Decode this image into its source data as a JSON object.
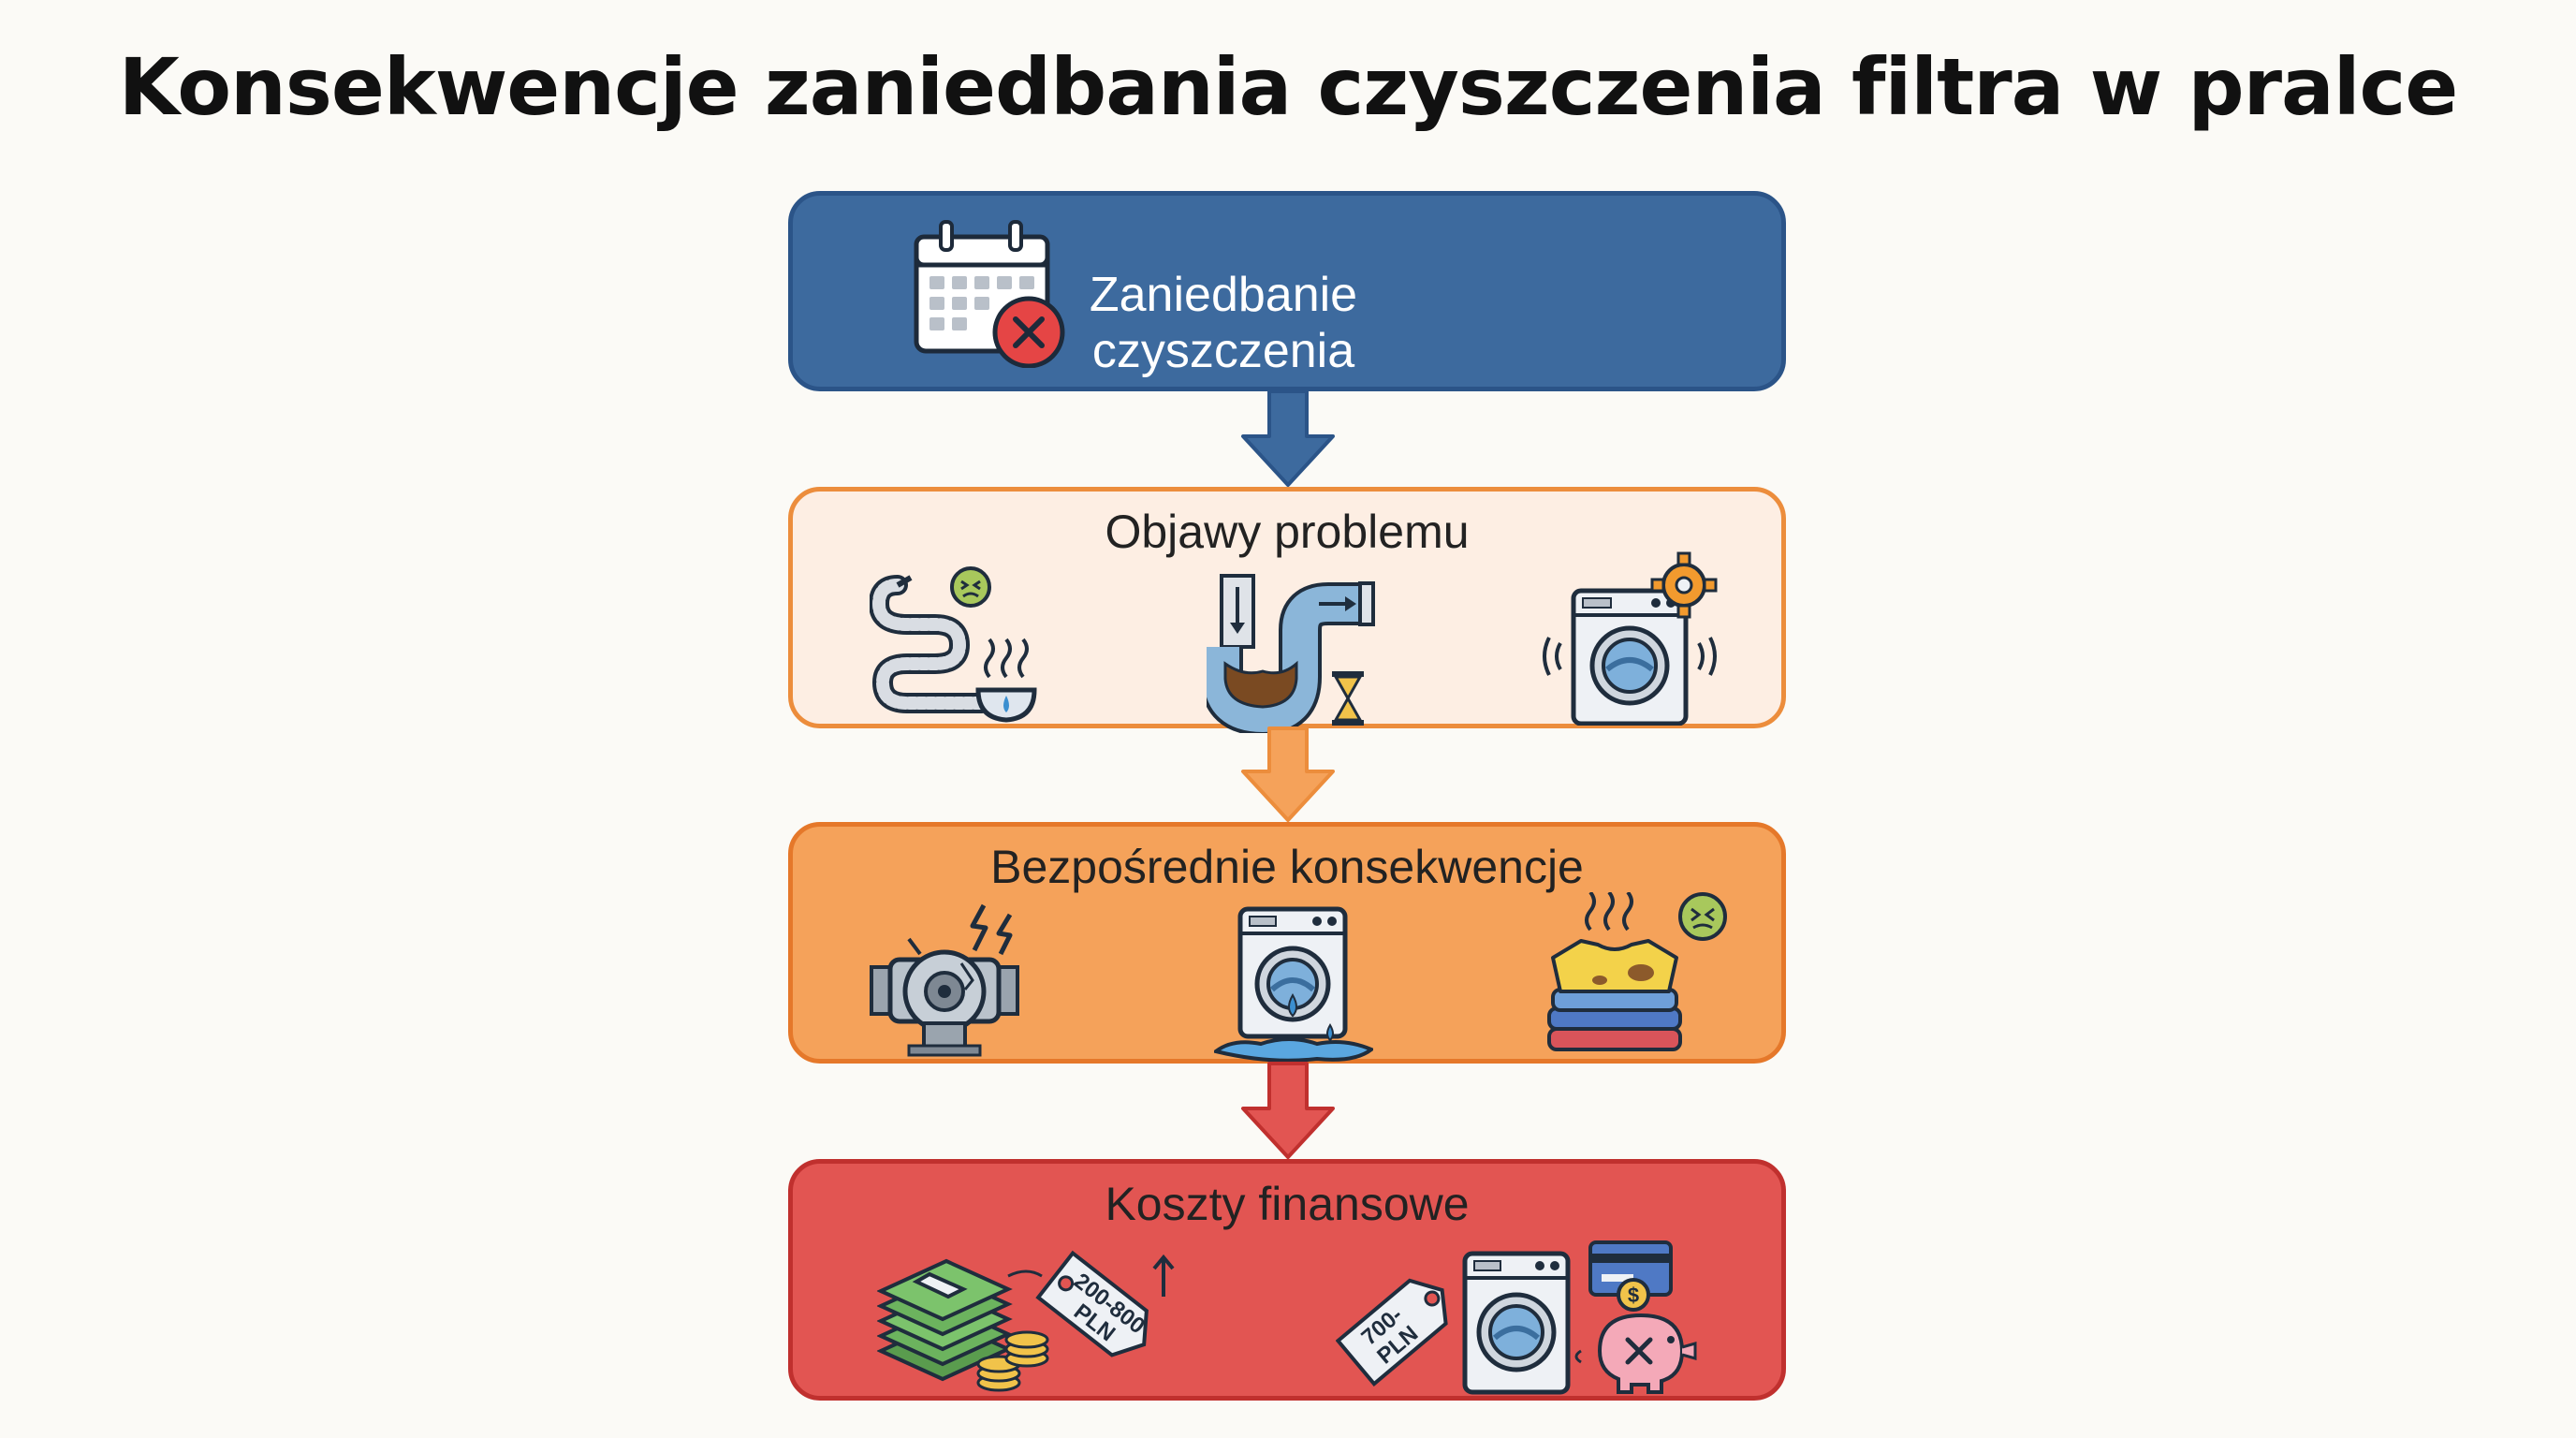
{
  "title": "Konsekwencje zaniedbania czyszczenia filtra w pralce",
  "colors": {
    "blue": "#3d6a9e",
    "peach": "#fdeee3",
    "orange": "#f5a25a",
    "red": "#e25552"
  },
  "stages": [
    {
      "label": "Zaniedbanie czyszczenia",
      "icons": [
        "calendar-x-icon"
      ]
    },
    {
      "label": "Objawy problemu",
      "icons": [
        "smelly-hose-icon",
        "clogged-drain-pipe-icon",
        "noisy-washing-machine-icon"
      ]
    },
    {
      "label": "Bezpośrednie konsekwencje",
      "icons": [
        "damaged-pump-icon",
        "leaking-washing-machine-icon",
        "smelly-clothes-icon"
      ]
    },
    {
      "label": "Koszty finansowe",
      "icons": [
        "money-repair-cost-icon",
        "new-washer-cost-icon"
      ],
      "price_tags": [
        "200-800",
        "PLN",
        "700-",
        "PLN"
      ]
    }
  ]
}
